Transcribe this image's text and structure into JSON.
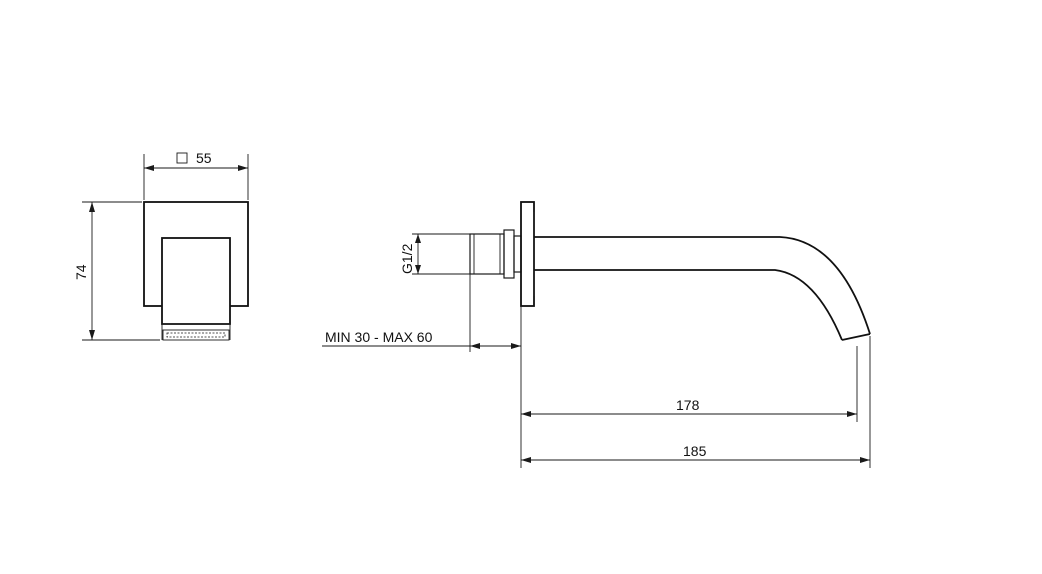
{
  "drawing": {
    "front_view": {
      "width_dim": "55",
      "width_symbol": "square",
      "height_dim": "74"
    },
    "side_view": {
      "thread_label": "G1/2",
      "wall_depth_label": "MIN 30 - MAX 60",
      "spout_projection_dim": "178",
      "overall_projection_dim": "185"
    }
  }
}
